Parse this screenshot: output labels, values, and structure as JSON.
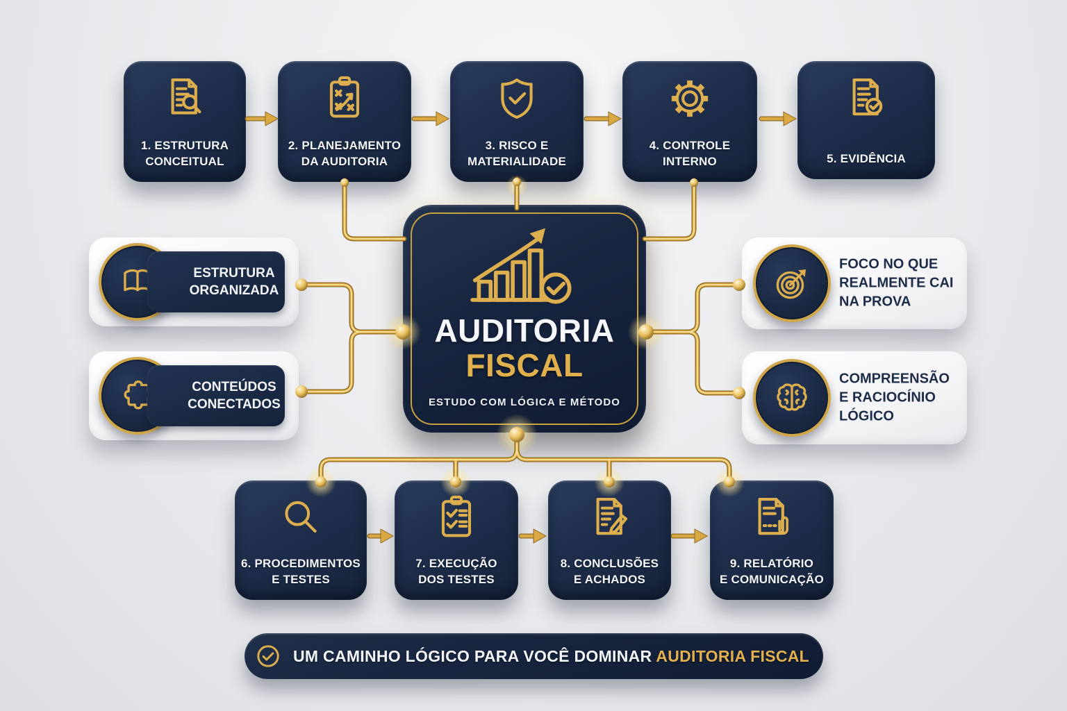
{
  "palette": {
    "navy": "#1e2d4a",
    "navy_dark": "#101c33",
    "gold": "#d9a843",
    "gold_light": "#ffe9a8",
    "card_white": "#f7f7f9",
    "text_navy": "#1d2c49",
    "text_white": "#f4f6fa"
  },
  "top_row": [
    {
      "label": "1. ESTRUTURA\nCONCEITUAL",
      "icon": "document-search-icon"
    },
    {
      "label": "2. PLANEJAMENTO\nDA AUDITORIA",
      "icon": "strategy-clipboard-icon"
    },
    {
      "label": "3. RISCO E\nMATERIALIDADE",
      "icon": "shield-check-icon"
    },
    {
      "label": "4. CONTROLE\nINTERNO",
      "icon": "gear-icon"
    },
    {
      "label": "5. EVIDÊNCIA",
      "icon": "document-check-icon"
    }
  ],
  "center": {
    "title_top": "AUDITORIA",
    "title_bottom": "FISCAL",
    "subtitle": "ESTUDO COM LÓGICA E MÉTODO",
    "icon": "growth-chart-check-icon"
  },
  "left_cards": [
    {
      "label": "ESTRUTURA\nORGANIZADA",
      "icon": "open-book-icon"
    },
    {
      "label": "CONTEÚDOS\nCONECTADOS",
      "icon": "puzzle-icon"
    }
  ],
  "right_cards": [
    {
      "label": "FOCO NO QUE\nREALMENTE CAI\nNA PROVA",
      "icon": "target-icon"
    },
    {
      "label": "COMPREENSÃO\nE RACIOCÍNIO\nLÓGICO",
      "icon": "brain-icon"
    }
  ],
  "bottom_row": [
    {
      "label": "6. PROCEDIMENTOS\nE TESTES",
      "icon": "magnifier-icon"
    },
    {
      "label": "7. EXECUÇÃO\nDOS TESTES",
      "icon": "checklist-clipboard-icon"
    },
    {
      "label": "8. CONCLUSÕES\nE ACHADOS",
      "icon": "document-pencil-icon"
    },
    {
      "label": "9. RELATÓRIO\nE COMUNICAÇÃO",
      "icon": "document-clip-icon"
    }
  ],
  "banner": {
    "text": "UM CAMINHO LÓGICO PARA VOCÊ DOMINAR",
    "highlight": "AUDITORIA FISCAL",
    "icon": "check-circle-icon"
  }
}
